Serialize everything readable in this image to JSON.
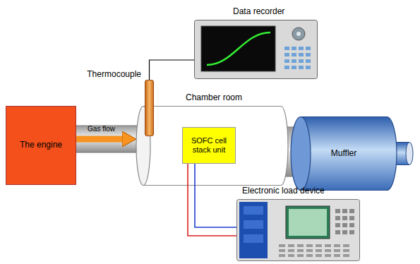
{
  "diagram": {
    "nodes": [
      {
        "text": [
          "Data recorder"
        ]
      },
      {
        "text": [
          "Thermocouple"
        ]
      },
      {
        "text": [
          "The engine"
        ]
      },
      {
        "text": [
          "Chamber room"
        ]
      },
      {
        "text": [
          "SOFC cell stack unit"
        ],
        "in": 3
      },
      {
        "text": [
          "Muffler"
        ]
      },
      {
        "text": [
          "Electronic load device"
        ]
      }
    ],
    "edges": [
      {
        "from": 2,
        "to": 3,
        "label": "Gas flow",
        "arrow": "to"
      },
      {
        "from": 0,
        "to": 1,
        "arrow": "none"
      },
      {
        "from": 4,
        "to": 6,
        "arrow": "none"
      },
      {
        "from": 4,
        "to": 6,
        "arrow": "none"
      }
    ]
  }
}
